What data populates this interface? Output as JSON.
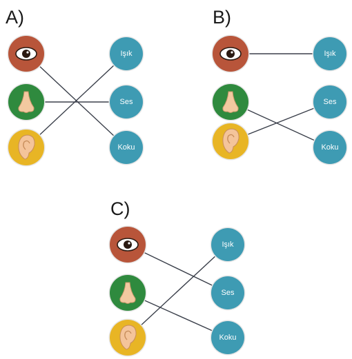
{
  "colors": {
    "eye": "#b8553a",
    "nose": "#2f8a3e",
    "ear": "#e8b525",
    "target": "#3e9bb3",
    "line": "#3a3f4a"
  },
  "sense_icons": [
    "eye-icon",
    "nose-icon",
    "ear-icon"
  ],
  "options": [
    {
      "label": "A)",
      "targets": [
        "Işık",
        "Ses",
        "Koku"
      ],
      "connections": [
        {
          "sense": "eye",
          "target": "Koku"
        },
        {
          "sense": "nose",
          "target": "Ses"
        },
        {
          "sense": "ear",
          "target": "Işık"
        }
      ]
    },
    {
      "label": "B)",
      "targets": [
        "Işık",
        "Ses",
        "Koku"
      ],
      "connections": [
        {
          "sense": "eye",
          "target": "Işık"
        },
        {
          "sense": "nose",
          "target": "Koku"
        },
        {
          "sense": "ear",
          "target": "Ses"
        }
      ]
    },
    {
      "label": "C)",
      "targets": [
        "Işık",
        "Ses",
        "Koku"
      ],
      "connections": [
        {
          "sense": "eye",
          "target": "Ses"
        },
        {
          "sense": "nose",
          "target": "Koku"
        },
        {
          "sense": "ear",
          "target": "Işık"
        }
      ]
    }
  ]
}
